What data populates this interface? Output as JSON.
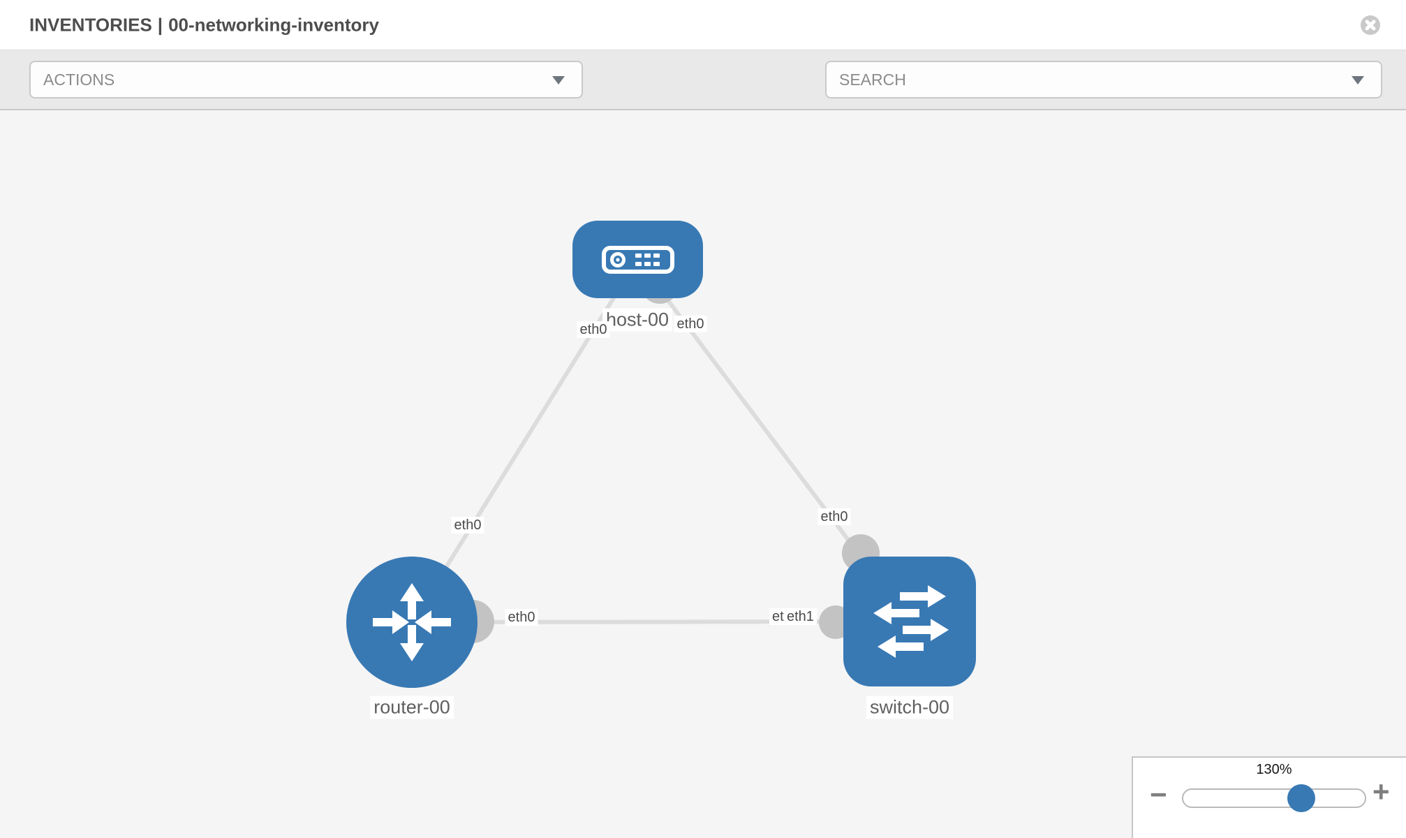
{
  "header": {
    "breadcrumb": "INVENTORIES",
    "separator": "|",
    "inventory_name": "00-networking-inventory"
  },
  "toolbar": {
    "actions_label": "ACTIONS",
    "search_label": "SEARCH"
  },
  "topology": {
    "nodes": [
      {
        "id": "host-00",
        "type": "host",
        "label": "host-00"
      },
      {
        "id": "router-00",
        "type": "router",
        "label": "router-00"
      },
      {
        "id": "switch-00",
        "type": "switch",
        "label": "switch-00"
      }
    ],
    "links": [
      {
        "source": "host-00",
        "target": "router-00",
        "source_interface": "eth0",
        "target_interface": "eth0"
      },
      {
        "source": "host-00",
        "target": "switch-00",
        "source_interface": "eth0",
        "target_interface": "eth0"
      },
      {
        "source": "router-00",
        "target": "switch-00",
        "source_interface": "eth0",
        "target_interface": "eth1",
        "overlapped_label": "eth0"
      }
    ]
  },
  "zoom_control": {
    "level": "130%",
    "percent": 130,
    "minus_label": "−",
    "plus_label": "+"
  },
  "colors": {
    "node_blue": "#3879b4",
    "link_line": "#dcdcdc",
    "endpoint_dot": "#c3c3c3",
    "canvas_bg": "#f5f5f5",
    "toolbar_bg": "#e9e9e9"
  }
}
